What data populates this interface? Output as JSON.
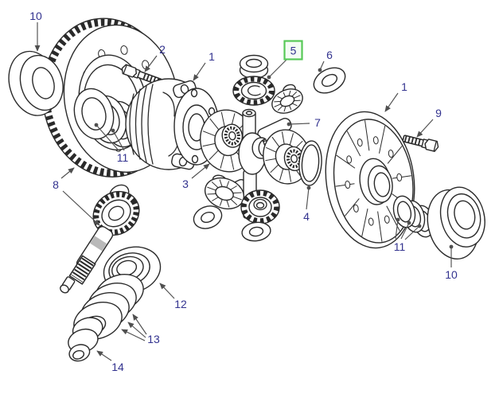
{
  "colors": {
    "background": "#ffffff",
    "line_art": "#2a2a2a",
    "leader_line": "#4f4f4f",
    "callout_text": "#33338f",
    "highlight_box": "#57c957"
  },
  "callouts": [
    {
      "label": "10",
      "highlighted": false
    },
    {
      "label": "2",
      "highlighted": false
    },
    {
      "label": "1",
      "highlighted": false
    },
    {
      "label": "5",
      "highlighted": true
    },
    {
      "label": "6",
      "highlighted": false
    },
    {
      "label": "1",
      "highlighted": false
    },
    {
      "label": "9",
      "highlighted": false
    },
    {
      "label": "7",
      "highlighted": false
    },
    {
      "label": "11",
      "highlighted": false
    },
    {
      "label": "8",
      "highlighted": false
    },
    {
      "label": "3",
      "highlighted": false
    },
    {
      "label": "4",
      "highlighted": false
    },
    {
      "label": "11",
      "highlighted": false
    },
    {
      "label": "10",
      "highlighted": false
    },
    {
      "label": "12",
      "highlighted": false
    },
    {
      "label": "13",
      "highlighted": false
    },
    {
      "label": "14",
      "highlighted": false
    }
  ]
}
